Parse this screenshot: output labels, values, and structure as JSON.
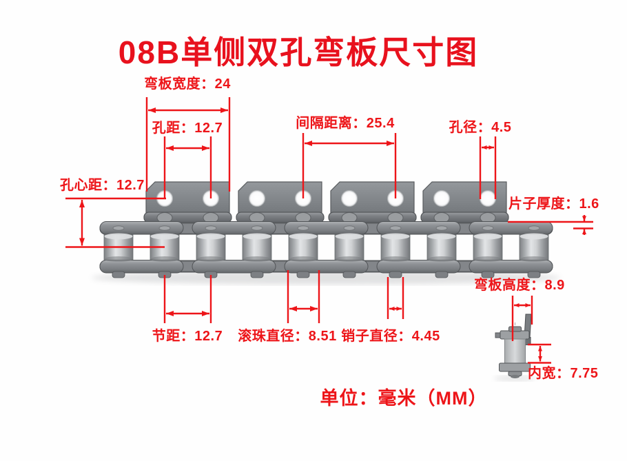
{
  "diagram": {
    "title": "08B单侧双孔弯板尺寸图",
    "unit_note": "单位：毫米（MM）",
    "unit": "mm",
    "views": {
      "main": "chain-with-single-side-double-hole-bent-plates-front-view",
      "secondary": "single-link-bent-plate-side-view"
    },
    "colors": {
      "annotation_red": "#ED1519",
      "title_red": "#E8111D",
      "steel_light": "#e3e5e7",
      "steel_mid": "#8b8f93",
      "steel_dark": "#5a5d60",
      "hole_white": "#fdfdfd",
      "background": "#fefefe"
    },
    "specs": [
      {
        "id": "bend_plate_width",
        "label": "弯板宽度",
        "value": 24,
        "display": "弯板宽度：24"
      },
      {
        "id": "hole_spacing",
        "label": "孔距",
        "value": 12.7,
        "display": "孔距：12.7"
      },
      {
        "id": "hole_center_distance",
        "label": "孔心距",
        "value": 12.7,
        "display": "孔心距：12.7"
      },
      {
        "id": "interval_distance",
        "label": "间隔距离",
        "value": 25.4,
        "display": "间隔距离：25.4"
      },
      {
        "id": "hole_diameter",
        "label": "孔径",
        "value": 4.5,
        "display": "孔径：4.5"
      },
      {
        "id": "plate_thickness",
        "label": "片子厚度",
        "value": 1.6,
        "display": "片子厚度：1.6"
      },
      {
        "id": "bend_plate_height",
        "label": "弯板高度",
        "value": 8.9,
        "display": "弯板高度：8.9"
      },
      {
        "id": "pitch",
        "label": "节距",
        "value": 12.7,
        "display": "节距：12.7"
      },
      {
        "id": "roller_diameter",
        "label": "滚珠直径",
        "value": 8.51,
        "display": "滚珠直径：8.51"
      },
      {
        "id": "pin_diameter",
        "label": "销子直径",
        "value": 4.45,
        "display": "销子直径：4.45"
      },
      {
        "id": "inner_width",
        "label": "内宽",
        "value": 7.75,
        "display": "内宽：7.75"
      }
    ]
  }
}
